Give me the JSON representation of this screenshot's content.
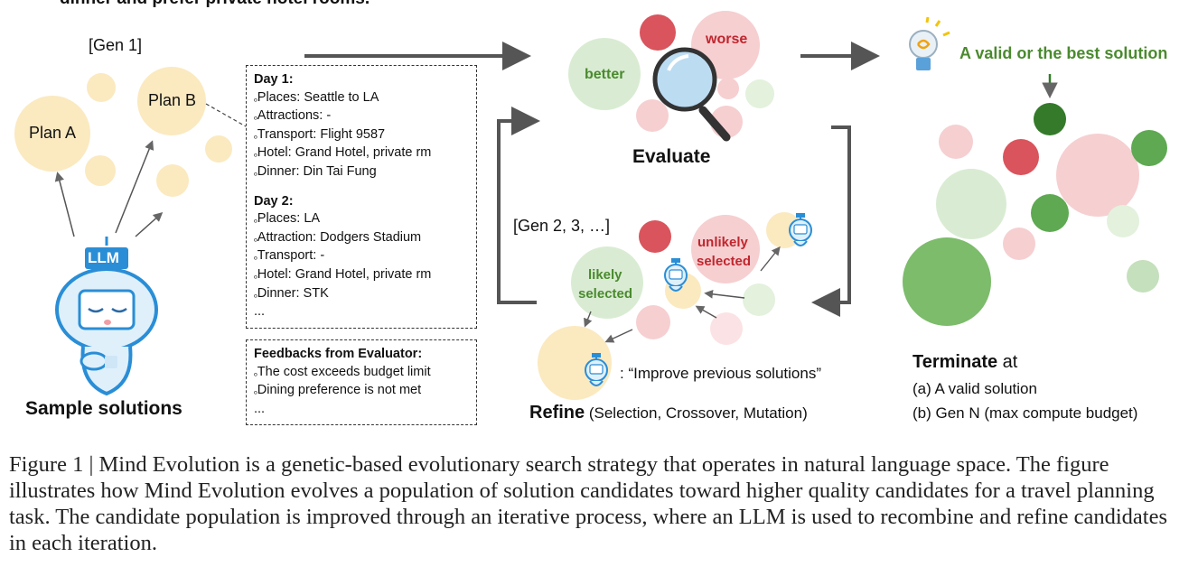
{
  "top_text": "dinner and prefer private hotel rooms.",
  "gen1_label": "[Gen 1]",
  "plan_a": "Plan A",
  "plan_b": "Plan B",
  "llm_badge": "LLM",
  "sample_solutions": "Sample solutions",
  "plan_box": {
    "day1_title": "Day 1:",
    "day1_items": [
      "Places: Seattle to LA",
      "Attractions: -",
      "Transport: Flight 9587",
      "Hotel: Grand Hotel, private rm",
      "Dinner: Din Tai Fung"
    ],
    "day2_title": "Day 2:",
    "day2_items": [
      "Places: LA",
      "Attraction: Dodgers Stadium",
      "Transport: -",
      "Hotel: Grand Hotel, private rm",
      "Dinner: STK"
    ],
    "ellipsis": "..."
  },
  "feedback_box": {
    "title": "Feedbacks from Evaluator:",
    "items": [
      "The cost exceeds budget limit",
      "Dining preference is not met"
    ],
    "ellipsis": "..."
  },
  "evaluate": {
    "better": "better",
    "worse": "worse",
    "label": "Evaluate"
  },
  "refine": {
    "gen_label": "[Gen 2, 3, …]",
    "likely_line1": "likely",
    "likely_line2": "selected",
    "unlikely_line1": "unlikely",
    "unlikely_line2": "selected",
    "robot_note": ": “Improve previous solutions”",
    "label_bold": "Refine",
    "label_rest": " (Selection, Crossover, Mutation)"
  },
  "solution": {
    "label": "A valid or the best solution"
  },
  "terminate": {
    "bold": "Terminate",
    "rest": " at",
    "cond_a": "(a) A valid solution",
    "cond_b": "(b) Gen N (max compute budget)"
  },
  "caption": "Figure 1 | Mind Evolution is a genetic-based evolutionary search strategy that operates in natural language space. The figure illustrates how Mind Evolution evolves a population of solution candidates toward higher quality candidates for a travel planning task. The candidate population is improved through an iterative process, where an LLM is used to recombine and refine candidates in each iteration.",
  "colors": {
    "yellow_circle": "#fbe9c0",
    "light_green": "#d9ecd3",
    "mid_green": "#5ea952",
    "dark_green": "#347a2a",
    "light_red": "#f6cfd1",
    "red": "#d9545c",
    "text_green": "#4a8a2e",
    "text_red": "#c0262e",
    "llm_blue": "#2a8ed6"
  }
}
